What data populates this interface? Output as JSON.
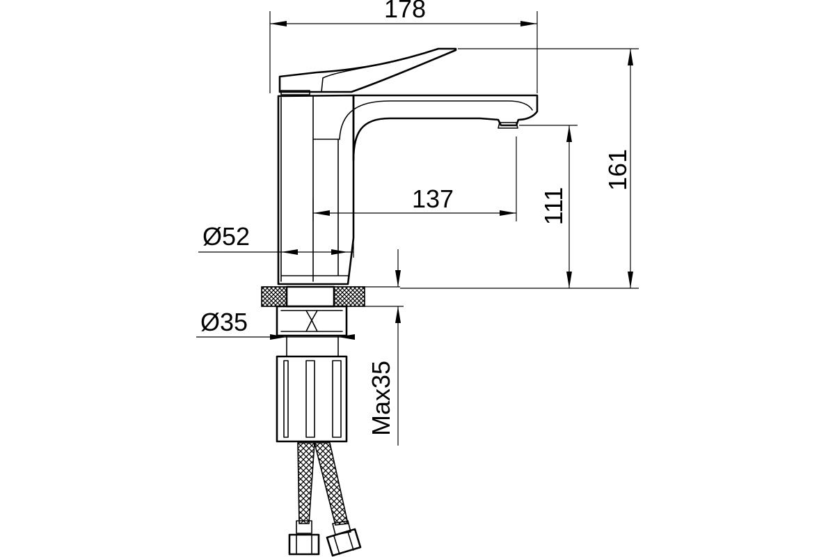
{
  "dimensions": {
    "overall_length": "178",
    "overall_height": "161",
    "spout_reach": "137",
    "spout_height": "111",
    "body_diameter": "Ø52",
    "shank_diameter": "Ø35",
    "max_deck_thickness": "Max35"
  },
  "colors": {
    "line": "#000000",
    "background": "#ffffff"
  }
}
